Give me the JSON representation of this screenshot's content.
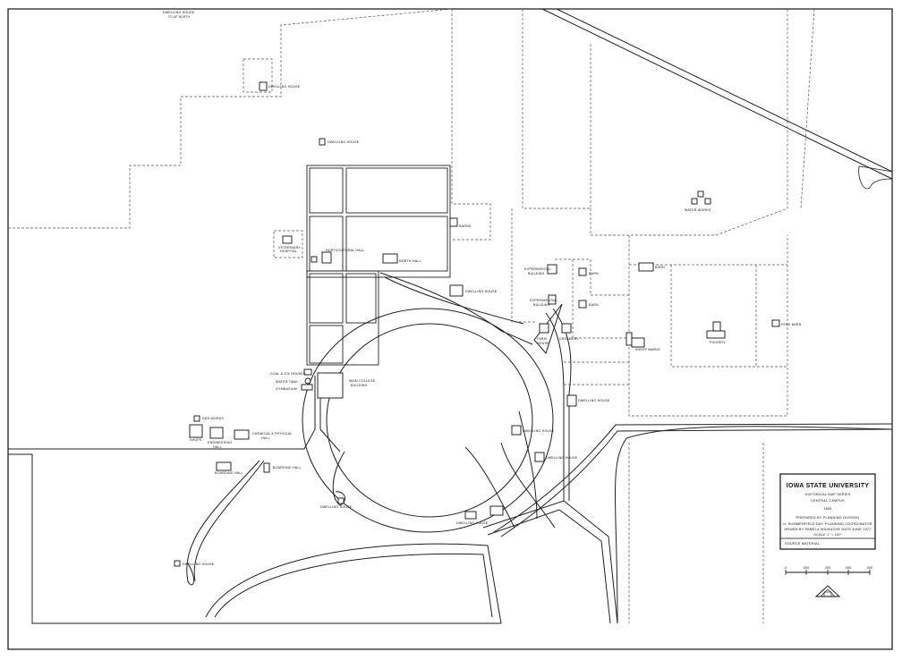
{
  "title_block": {
    "title": "IOWA STATE UNIVERSITY",
    "series": "HISTORICAL MAP SERIES",
    "area": "CENTRAL CAMPUS",
    "year": "1883",
    "prepared": "PREPARED BY PLANNING DIVISION",
    "coordinator": "H. SUMMERFIELD DAY, PLANNING COORDINATOR",
    "drawn": "DRAWN BY PAMELA WILMUCHE DATE JUNE 1977",
    "scale": "SCALE 1\" = 100'",
    "source": "SOURCE MATERIAL"
  },
  "scale_bar": {
    "ticks": [
      "0",
      "100",
      "200",
      "300",
      "400"
    ]
  },
  "labels": {
    "dwelling_house_north": "DWELLING HOUSE",
    "to_north": "TO UP NORTH",
    "dwelling_house": "DWELLING HOUSE",
    "veterinary": "VETERINARY",
    "hospital": "HOSPITAL",
    "horticultural_hall": "HORTICULTURAL HALL",
    "north_hall": "NORTH HALL",
    "barns": "BARNS",
    "experimental_building": "EXPERIMENTAL",
    "building": "BUILDING",
    "barn": "BARN",
    "water_works": "WATER WORKS",
    "feed_barn": "FEED BARN",
    "piggery": "PIGGERY",
    "sheep_barns": "SHEEP BARNS",
    "farm_house": "FARM",
    "house": "HOUSE",
    "creamery": "CREAMERY",
    "coal_ice_houses": "COAL & ICE HOUSES",
    "water_tank": "WATER TANK",
    "gymnasium": "GYMNASIUM",
    "main_college_building": "MAIN COLLEGE",
    "main_college_building2": "BUILDING",
    "gas_works": "GAS WORKS",
    "shops": "SHOPS",
    "engineering_hall": "ENGINEERING",
    "hall": "HALL",
    "chem_phys_hall": "CHEMICAL & PHYSICAL",
    "boarding_hall": "BOARDING HALL"
  }
}
